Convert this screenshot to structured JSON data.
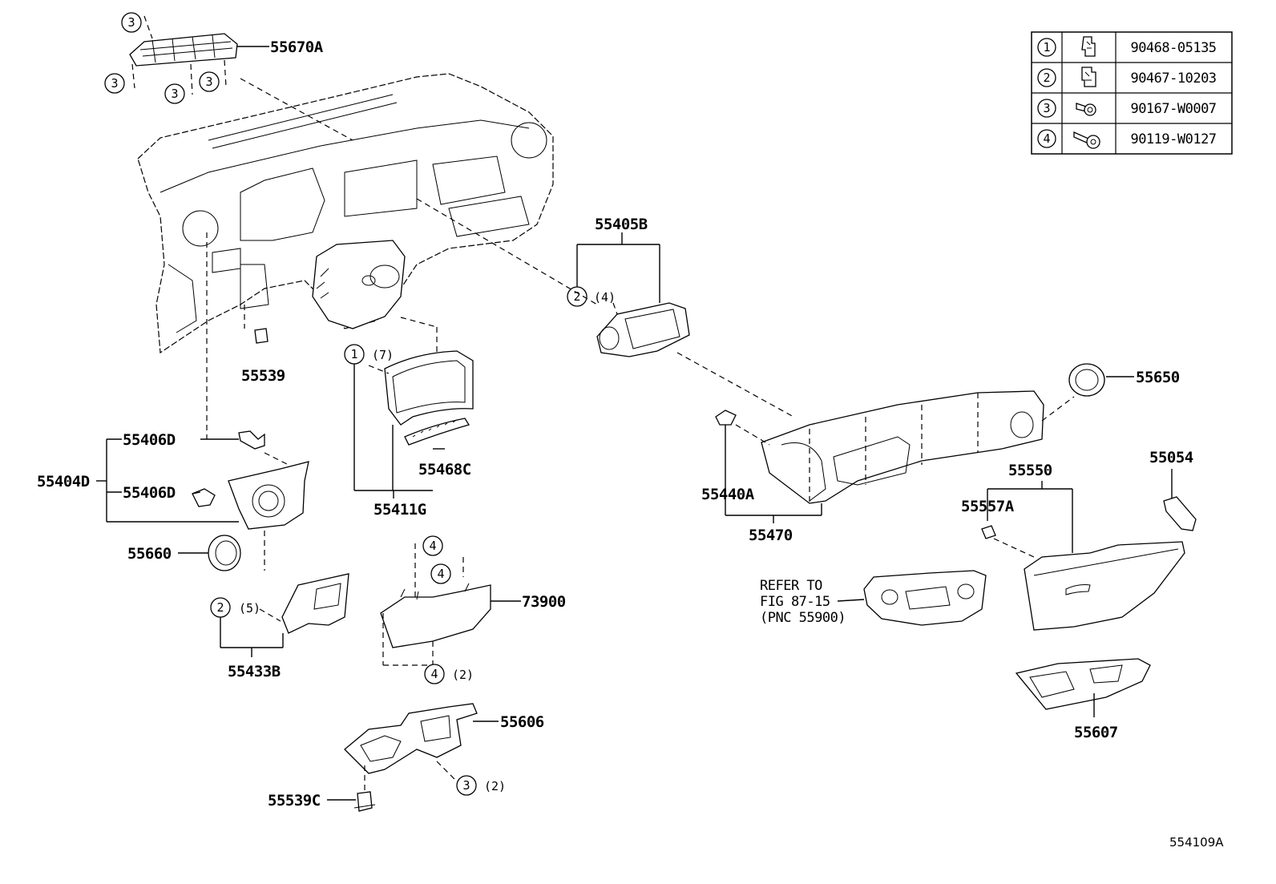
{
  "diagram_id": "554109A",
  "legend": {
    "rows": [
      {
        "num": "1",
        "part": "90468-05135"
      },
      {
        "num": "2",
        "part": "90467-10203"
      },
      {
        "num": "3",
        "part": "90167-W0007"
      },
      {
        "num": "4",
        "part": "90119-W0127"
      }
    ]
  },
  "labels": {
    "p55670A": "55670A",
    "p55539": "55539",
    "p55406D_a": "55406D",
    "p55404D": "55404D",
    "p55406D_b": "55406D",
    "p55660": "55660",
    "p55433B": "55433B",
    "p55411G": "55411G",
    "p55468C": "55468C",
    "p55405B": "55405B",
    "p73900": "73900",
    "p55606": "55606",
    "p55539C": "55539C",
    "p55650": "55650",
    "p55440A": "55440A",
    "p55470": "55470",
    "p55550": "55550",
    "p55557A": "55557A",
    "p55054": "55054",
    "p55607": "55607"
  },
  "refer": {
    "line1": "REFER TO",
    "line2": "FIG 87-15",
    "line3": "(PNC 55900)"
  },
  "callouts": {
    "c3_a": "3",
    "c3_b": "3",
    "c3_c": "3",
    "c3_d": "3",
    "c1": "1",
    "q1": "(7)",
    "c2_a": "2",
    "q2_a": "(4)",
    "c2_b": "2",
    "q2_b": "(5)",
    "c4_a": "4",
    "c4_b": "4",
    "c4_c": "4",
    "q4_c": "(2)",
    "c3_e": "3",
    "q3_e": "(2)"
  }
}
